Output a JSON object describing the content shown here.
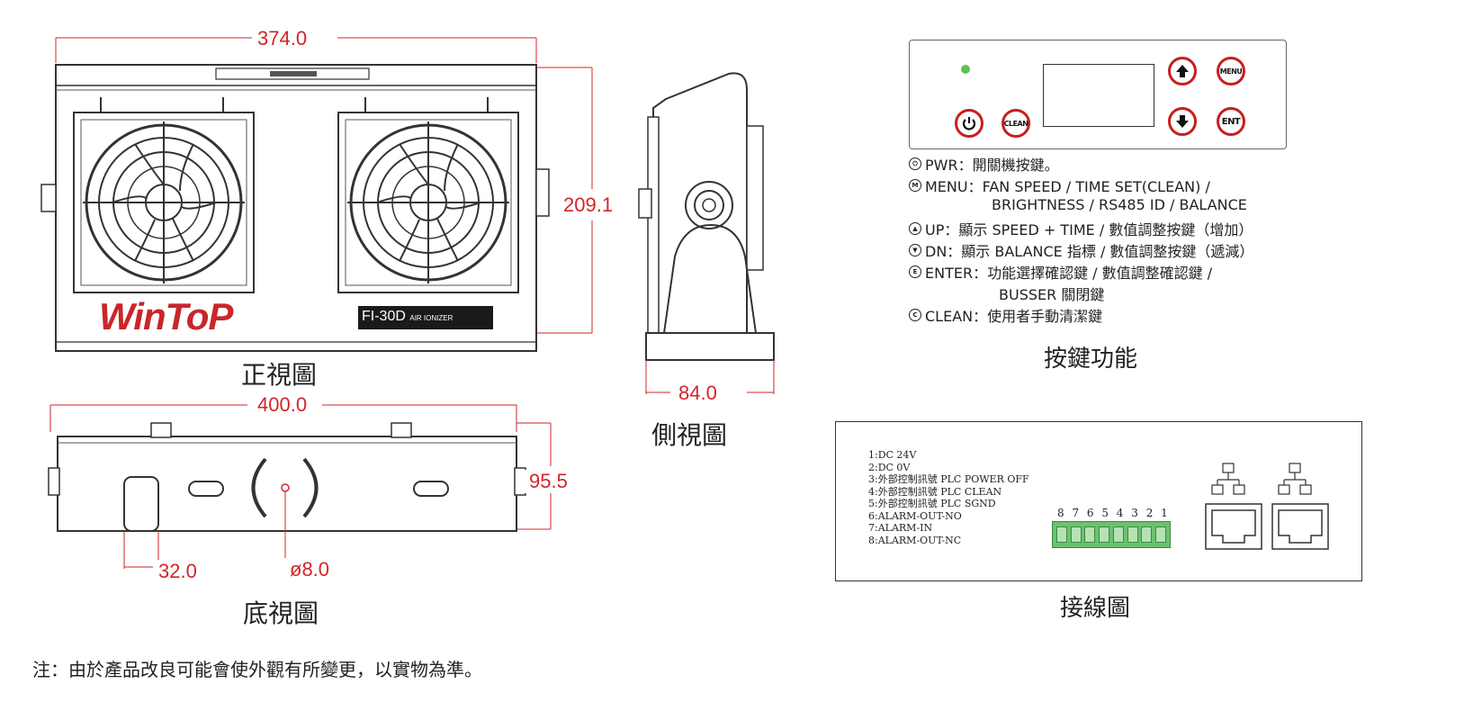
{
  "dimensions": {
    "front_width": "374.0",
    "front_height": "209.1",
    "side_depth": "84.0",
    "bottom_width": "400.0",
    "bottom_height": "95.5",
    "slot_width": "32.0",
    "hole_diameter": "ø8.0"
  },
  "captions": {
    "front": "正視圖",
    "side": "側視圖",
    "bottom": "底視圖",
    "keys": "按鍵功能",
    "wiring": "接線圖"
  },
  "product": {
    "brand": "WinToP",
    "model": "FI-30D",
    "model_suffix": "AIR IONIZER"
  },
  "panel_buttons": {
    "menu": "MENU",
    "clean": "CLEAN",
    "ent": "ENT"
  },
  "key_functions": [
    {
      "icon": "power-icon",
      "text": "PWR：開關機按鍵。"
    },
    {
      "icon": "menu-icon",
      "text": "MENU：FAN SPEED / TIME SET(CLEAN) /",
      "cont": "BRIGHTNESS / RS485 ID / BALANCE"
    },
    {
      "icon": "up-arrow-icon",
      "text": "UP：顯示 SPEED + TIME / 數值調整按鍵（增加）"
    },
    {
      "icon": "down-arrow-icon",
      "text": "DN：顯示 BALANCE 指標 / 數值調整按鍵（遞減）"
    },
    {
      "icon": "enter-icon",
      "text": "ENTER：功能選擇確認鍵 / 數值調整確認鍵 /",
      "cont": "BUSSER 關閉鍵"
    },
    {
      "icon": "clean-icon",
      "text": "CLEAN：使用者手動清潔鍵"
    }
  ],
  "wiring_lines": [
    "1:DC 24V",
    "2:DC  0V",
    "3:外部控制訊號 PLC POWER OFF",
    "4:外部控制訊號 PLC CLEAN",
    "5:外部控制訊號 PLC SGND",
    "6:ALARM-OUT-NO",
    "7:ALARM-IN",
    "8:ALARM-OUT-NC"
  ],
  "pin_numbers": "8 7 6 5 4 3 2 1",
  "note": "注：由於產品改良可能會使外觀有所變更，以實物為準。",
  "colors": {
    "dimension_red": "#d2262a",
    "button_red": "#c81e1e",
    "led_green": "#5cc35c",
    "terminal_green": "#6cc070"
  }
}
